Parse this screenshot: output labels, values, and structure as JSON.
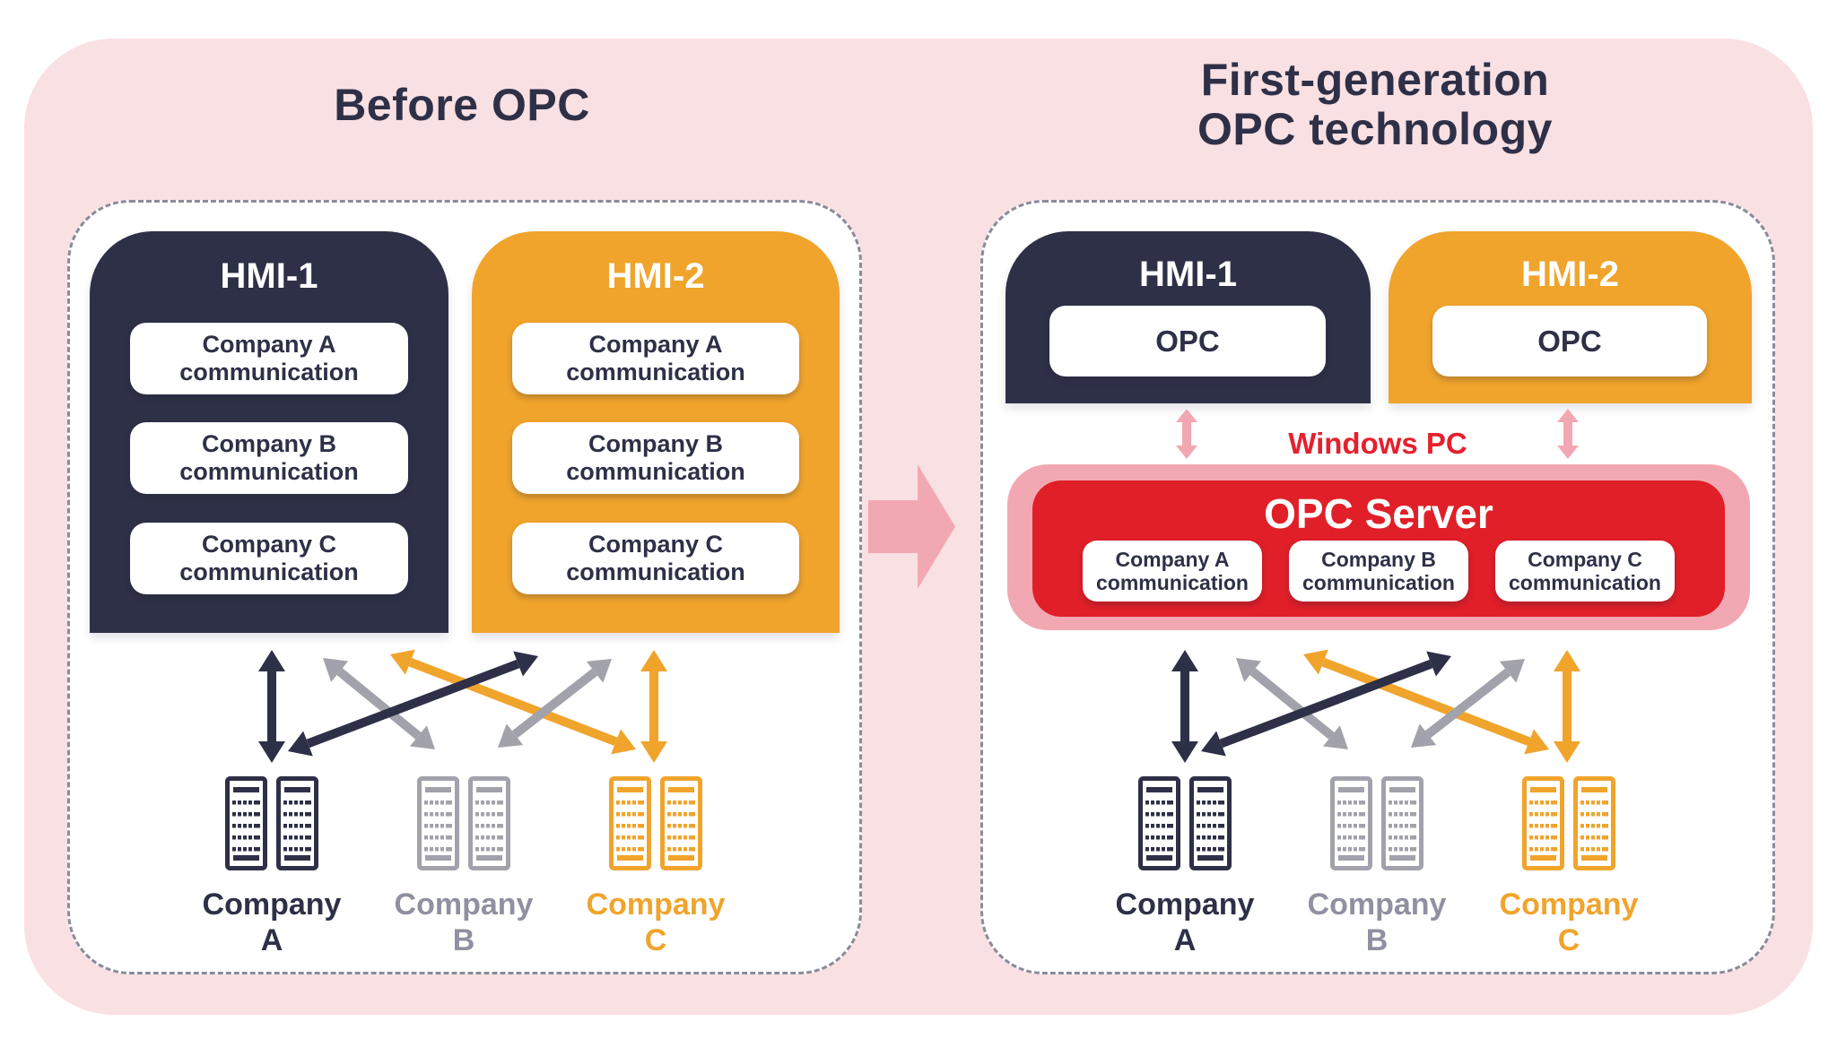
{
  "colors": {
    "background": "#ffffff",
    "outer_pink": "#f9e0e3",
    "panel_border": "#8b8b98",
    "navy": "#2e3047",
    "orange": "#f0a42c",
    "red": "#e01f28",
    "accent_pink": "#f2a8b2",
    "gray": "#a1a2ab",
    "gray_text": "#8f90a0",
    "red_text": "#e5202e"
  },
  "left_panel": {
    "title": "Before OPC",
    "hmi1": {
      "title": "HMI-1",
      "items": [
        {
          "line1": "Company A",
          "line2": "communication"
        },
        {
          "line1": "Company B",
          "line2": "communication"
        },
        {
          "line1": "Company C",
          "line2": "communication"
        }
      ]
    },
    "hmi2": {
      "title": "HMI-2",
      "items": [
        {
          "line1": "Company A",
          "line2": "communication"
        },
        {
          "line1": "Company B",
          "line2": "communication"
        },
        {
          "line1": "Company C",
          "line2": "communication"
        }
      ]
    },
    "companies": [
      {
        "line1": "Company",
        "line2": "A"
      },
      {
        "line1": "Company",
        "line2": "B"
      },
      {
        "line1": "Company",
        "line2": "C"
      }
    ]
  },
  "right_panel": {
    "title_line1": "First-generation",
    "title_line2": "OPC technology",
    "hmi1": {
      "title": "HMI-1",
      "chip": "OPC"
    },
    "hmi2": {
      "title": "HMI-2",
      "chip": "OPC"
    },
    "windows_pc_label": "Windows PC",
    "opc_server": {
      "title": "OPC Server",
      "items": [
        {
          "line1": "Company A",
          "line2": "communication"
        },
        {
          "line1": "Company B",
          "line2": "communication"
        },
        {
          "line1": "Company C",
          "line2": "communication"
        }
      ]
    },
    "companies": [
      {
        "line1": "Company",
        "line2": "A"
      },
      {
        "line1": "Company",
        "line2": "B"
      },
      {
        "line1": "Company",
        "line2": "C"
      }
    ]
  }
}
